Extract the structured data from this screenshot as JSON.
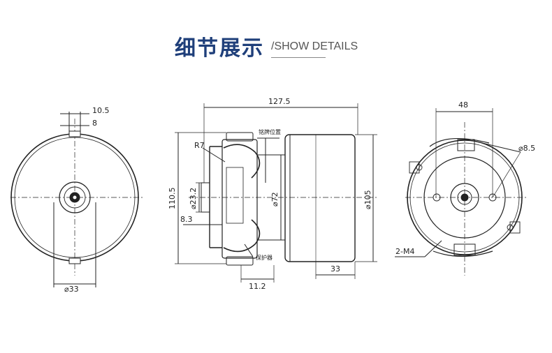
{
  "header": {
    "title_cn": "细节展示",
    "title_en": "/SHOW DETAILS"
  },
  "left_view": {
    "dims": {
      "width_top": "10.5",
      "width_inner": "8",
      "diameter_bottom": "⌀33"
    }
  },
  "side_view": {
    "dims": {
      "total_length": "127.5",
      "radius": "R7",
      "height": "110.5",
      "shaft_dia": "⌀23.2",
      "offset": "8.3",
      "body_dia": "⌀72",
      "outer_dia": "⌀105",
      "right_len": "33",
      "bottom_len": "11.2"
    },
    "labels": {
      "nameplate": "铭牌位置",
      "protector": "保护器"
    }
  },
  "right_view": {
    "dims": {
      "width_top": "48",
      "hole_dia": "⌀8.5",
      "screws": "2-M4"
    }
  }
}
